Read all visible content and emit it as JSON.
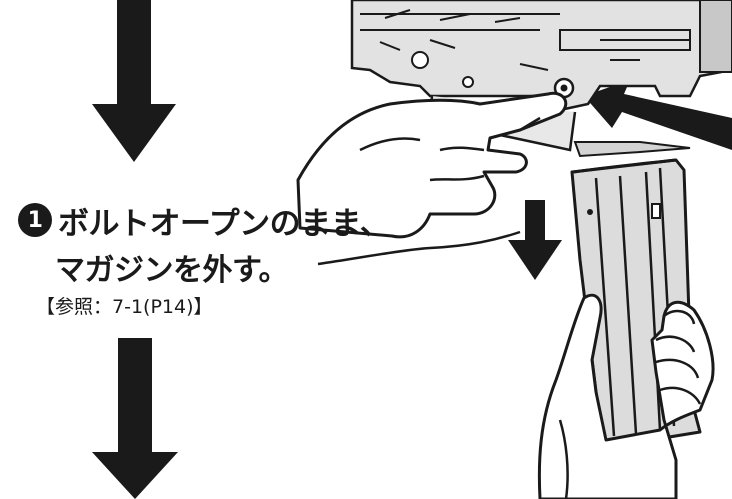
{
  "step": {
    "number": "1",
    "line1": "ボルトオープンのまま、",
    "line2": "マガジンを外す。",
    "reference": "【参照：7-1(P14)】"
  },
  "colors": {
    "ink": "#1a1a1a",
    "background": "#ffffff",
    "metal": "#dedede"
  },
  "icons": [
    "down-arrow-icon",
    "pointer-arrow-icon"
  ]
}
